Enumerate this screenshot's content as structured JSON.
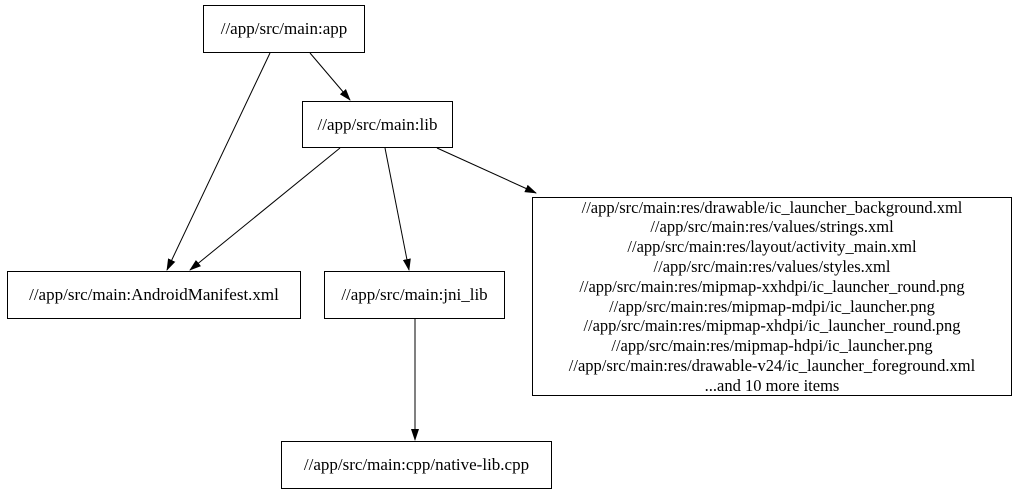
{
  "page": {
    "background_color": "#ffffff",
    "stroke_color": "#000000",
    "text_color": "#000000"
  },
  "graph": {
    "type": "directed-dependency-graph",
    "nodes": {
      "app": {
        "label": "//app/src/main:app"
      },
      "lib": {
        "label": "//app/src/main:lib"
      },
      "manifest": {
        "label": "//app/src/main:AndroidManifest.xml"
      },
      "jni_lib": {
        "label": "//app/src/main:jni_lib"
      },
      "res_group": {
        "lines": [
          "//app/src/main:res/drawable/ic_launcher_background.xml",
          "//app/src/main:res/values/strings.xml",
          "//app/src/main:res/layout/activity_main.xml",
          "//app/src/main:res/values/styles.xml",
          "//app/src/main:res/mipmap-xxhdpi/ic_launcher_round.png",
          "//app/src/main:res/mipmap-mdpi/ic_launcher.png",
          "//app/src/main:res/mipmap-xhdpi/ic_launcher_round.png",
          "//app/src/main:res/mipmap-hdpi/ic_launcher.png",
          "//app/src/main:res/drawable-v24/ic_launcher_foreground.xml",
          "...and 10 more items"
        ]
      },
      "native_cpp": {
        "label": "//app/src/main:cpp/native-lib.cpp"
      }
    },
    "edges": [
      {
        "from": "app",
        "to": "lib"
      },
      {
        "from": "app",
        "to": "manifest"
      },
      {
        "from": "lib",
        "to": "manifest"
      },
      {
        "from": "lib",
        "to": "jni_lib"
      },
      {
        "from": "lib",
        "to": "res_group"
      },
      {
        "from": "jni_lib",
        "to": "native_cpp"
      }
    ]
  }
}
